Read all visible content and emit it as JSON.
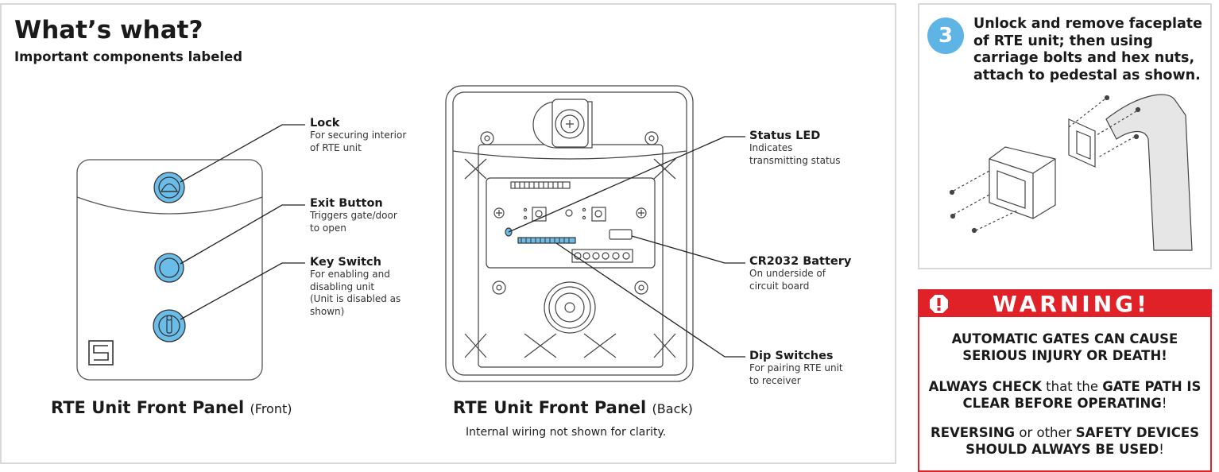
{
  "heading": {
    "title": "What’s what?",
    "subtitle": "Important components labeled"
  },
  "front": {
    "callouts": [
      {
        "title": "Lock",
        "desc": [
          "For securing interior",
          "of RTE unit"
        ]
      },
      {
        "title": "Exit Button",
        "desc": [
          "Triggers gate/door",
          "to open"
        ]
      },
      {
        "title": "Key Switch",
        "desc": [
          "For enabling and",
          "disabling unit",
          "(Unit is disabled as",
          "shown)"
        ]
      }
    ],
    "caption_bold": "RTE Unit Front Panel",
    "caption_light": "(Front)"
  },
  "back": {
    "callouts": [
      {
        "title": "Status LED",
        "desc": [
          "Indicates",
          "transmitting status"
        ]
      },
      {
        "title": "CR2032 Battery",
        "desc": [
          "On underside of",
          "circuit board"
        ]
      },
      {
        "title": "Dip Switches",
        "desc": [
          "For pairing RTE unit",
          "to receiver"
        ]
      }
    ],
    "caption_bold": "RTE Unit Front Panel",
    "caption_light": "(Back)",
    "note": "Internal wiring not shown for clarity."
  },
  "step": {
    "number": "3",
    "text": "Unlock and remove faceplate of RTE unit; then using carriage bolts and hex nuts, attach to pedestal as shown."
  },
  "warning": {
    "title": "WARNING!",
    "p1": "AUTOMATIC GATES CAN CAUSE SERIOUS INJURY OR DEATH!",
    "p2_a": "ALWAYS CHECK",
    "p2_b": " that the ",
    "p2_c": "GATE PATH IS CLEAR BEFORE OPERATING",
    "p2_d": "!",
    "p3_a": "REVERSING",
    "p3_b": " or other ",
    "p3_c": "SAFETY DEVICES SHOULD ALWAYS BE USED",
    "p3_d": "!"
  },
  "colors": {
    "accent_blue": "#5fb4e6",
    "warning_red": "#e02127",
    "border_grey": "#d9d9d9"
  }
}
